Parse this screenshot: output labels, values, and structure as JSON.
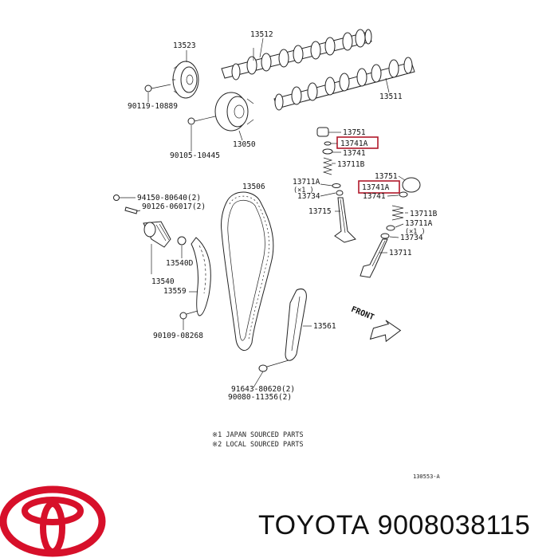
{
  "diagram": {
    "labels": {
      "camshaft_exhaust": "13512",
      "sprocket": "13523",
      "bolt_sprocket": "90119-10889",
      "camshaft_intake": "13511",
      "vvt_gear": "13050",
      "bolt_vvt": "90105-10445",
      "shim_upper": "13751",
      "retainer_lock_upper": "13741A",
      "retainer_upper": "13741",
      "spring_upper": "13711B",
      "seat_upper": "13711A",
      "seat_upper_note": "(×1 )",
      "stem_seal_upper": "13734",
      "valve_exhaust": "13715",
      "chain": "13506",
      "shim_lower": "13751",
      "retainer_lock_lower": "13741A",
      "retainer_lower": "13741",
      "spring_lower": "13711B",
      "seat_lower": "13711A",
      "seat_lower_note": "(×1 )",
      "stem_seal_lower": "13734",
      "valve_intake": "13711",
      "tensioner_bolt": "94150-80640(2)",
      "tensioner_gasket": "90126-06017(2)",
      "guide_slipper": "13540D",
      "tensioner": "13540",
      "tensioner_arm": "13559",
      "bolt_arm": "90109-08268",
      "chain_guide": "13561",
      "front": "FRONT",
      "plug_1": "91643-80620(2)",
      "plug_2": "90080-11356(2)",
      "legend_1": "※1  JAPAN SOURCED PARTS",
      "legend_2": "※2  LOCAL SOURCED PARTS",
      "figure_code": "130553-A"
    },
    "highlight_color": "#b0182a"
  },
  "brand": {
    "name": "TOYOTA",
    "part_number": "9008038115",
    "logo_color": "#d7102a"
  }
}
